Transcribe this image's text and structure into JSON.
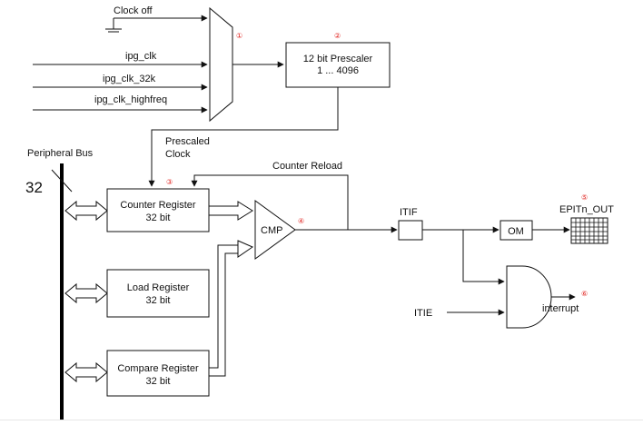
{
  "inputs": {
    "clock_off": "Clock off",
    "ipg_clk": "ipg_clk",
    "ipg_clk_32k": "ipg_clk_32k",
    "ipg_clk_highfreq": "ipg_clk_highfreq"
  },
  "prescaler": {
    "line1": "12 bit Prescaler",
    "line2": "1 ... 4096"
  },
  "prescaled_clock": {
    "line1": "Prescaled",
    "line2": "Clock"
  },
  "peripheral_bus": {
    "label": "Peripheral Bus",
    "width": "32"
  },
  "counter_reload": "Counter Reload",
  "counter_register": {
    "line1": "Counter Register",
    "line2": "32 bit"
  },
  "load_register": {
    "line1": "Load Register",
    "line2": "32 bit"
  },
  "compare_register": {
    "line1": "Compare Register",
    "line2": "32 bit"
  },
  "cmp": "CMP",
  "itif": "ITIF",
  "om": "OM",
  "epit_out": "EPITn_OUT",
  "itie": "ITIE",
  "interrupt": "interrupt",
  "markers": [
    "①",
    "②",
    "③",
    "④",
    "⑤",
    "⑥"
  ],
  "colors": {
    "marker": "#e0201c",
    "line": "#111111"
  }
}
